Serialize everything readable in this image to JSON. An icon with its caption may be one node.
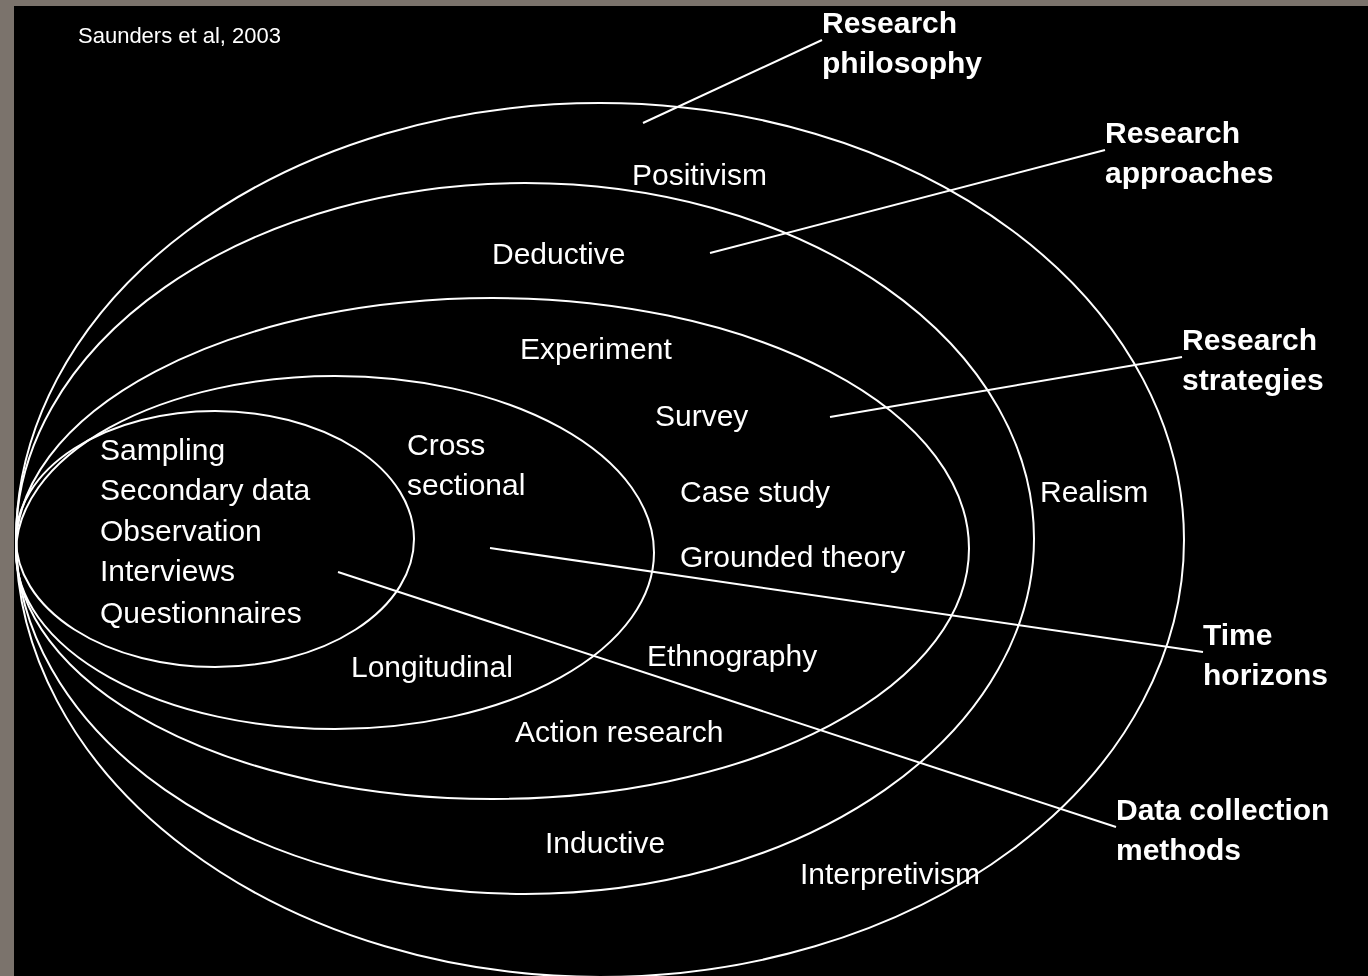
{
  "diagram": {
    "nodes": [
      {
        "text": [
          "Positivism",
          "Realism",
          "Interpretivism"
        ]
      },
      {
        "text": [
          "Deductive",
          "Inductive"
        ],
        "in": 0
      },
      {
        "text": [
          "Experiment",
          "Survey",
          "Case study",
          "Grounded theory",
          "Ethnography",
          "Action research"
        ],
        "in": 1
      },
      {
        "text": [
          "Cross sectional",
          "Longitudinal"
        ],
        "in": 2
      },
      {
        "text": [
          "Sampling",
          "Secondary data",
          "Observation",
          "Interviews",
          "Questionnaires"
        ],
        "in": 3
      },
      {
        "text": [
          "Research philosophy"
        ]
      },
      {
        "text": [
          "Research approaches"
        ]
      },
      {
        "text": [
          "Research strategies"
        ]
      },
      {
        "text": [
          "Time horizons"
        ]
      },
      {
        "text": [
          "Data collection methods"
        ]
      }
    ],
    "edges": [
      {
        "from": 5,
        "to": 0,
        "arrow": "none"
      },
      {
        "from": 6,
        "to": 1,
        "arrow": "none"
      },
      {
        "from": 7,
        "to": 2,
        "arrow": "none"
      },
      {
        "from": 8,
        "to": 3,
        "arrow": "none"
      },
      {
        "from": 9,
        "to": 4,
        "arrow": "none"
      }
    ],
    "labels": [
      "Saunders et al, 2003"
    ]
  }
}
